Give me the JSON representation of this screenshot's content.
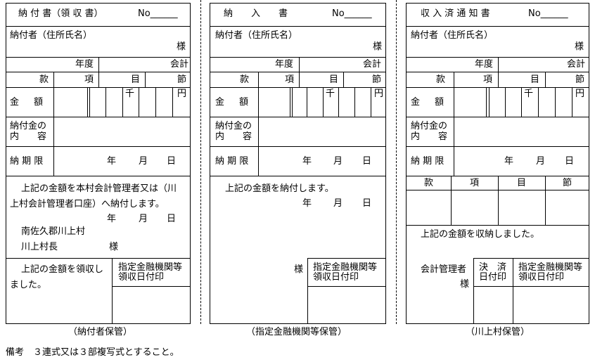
{
  "forms": {
    "receipt": {
      "title": "納 付 書（領 収 書）",
      "no": "No______",
      "payer": "納付者（住所氏名）",
      "sama": "様",
      "year": "年度",
      "account": "会計",
      "kan": "款",
      "kou": "項",
      "moku": "目",
      "setsu": "節",
      "amount": "金　額",
      "sen": "千",
      "en": "円",
      "content1": "納付金の",
      "content2": "内　　容",
      "deadline": "納 期 限",
      "nen": "年",
      "tsuki": "月",
      "hi": "日",
      "text1": "上記の金額を本村会計管理者又は（川",
      "text2": "上村会計管理者口座）へ納付します。",
      "addr1": "南佐久郡川上村",
      "addr2": "川上村長",
      "received1": "上記の金額を領収し",
      "received2": "ました。",
      "bank1": "指定金融機関等",
      "bank2": "領収日付印",
      "keeper": "（納付者保管）"
    },
    "payment": {
      "title": "納　　入　　書",
      "no": "No______",
      "payer": "納付者（住所氏名）",
      "sama": "様",
      "year": "年度",
      "account": "会計",
      "kan": "款",
      "kou": "項",
      "moku": "目",
      "setsu": "節",
      "amount": "金　額",
      "sen": "千",
      "en": "円",
      "content1": "納付金の",
      "content2": "内　　容",
      "deadline": "納 期 限",
      "nen": "年",
      "tsuki": "月",
      "hi": "日",
      "text1": "上記の金額を納付します。",
      "sama2": "様",
      "bank1": "指定金融機関等",
      "bank2": "領収日付印",
      "keeper": "（指定金融機関等保管）"
    },
    "notice": {
      "title": "収 入 済 通 知 書",
      "no": "No______",
      "payer": "納付者（住所氏名）",
      "sama": "様",
      "year": "年度",
      "account": "会計",
      "kan": "款",
      "kou": "項",
      "moku": "目",
      "setsu": "節",
      "amount": "金　額",
      "sen": "千",
      "en": "円",
      "content1": "納付金の",
      "content2": "内　　容",
      "deadline": "納 期 限",
      "nen": "年",
      "tsuki": "月",
      "hi": "日",
      "text1": "上記の金額を収納しました。",
      "manager": "会計管理者",
      "sama2": "様",
      "settle1": "決　済",
      "settle2": "日付印",
      "bank1": "指定金融機関等",
      "bank2": "領収日付印",
      "keeper": "（川上村保管）"
    }
  },
  "note": "備考　３連式又は３部複写式とすること。"
}
